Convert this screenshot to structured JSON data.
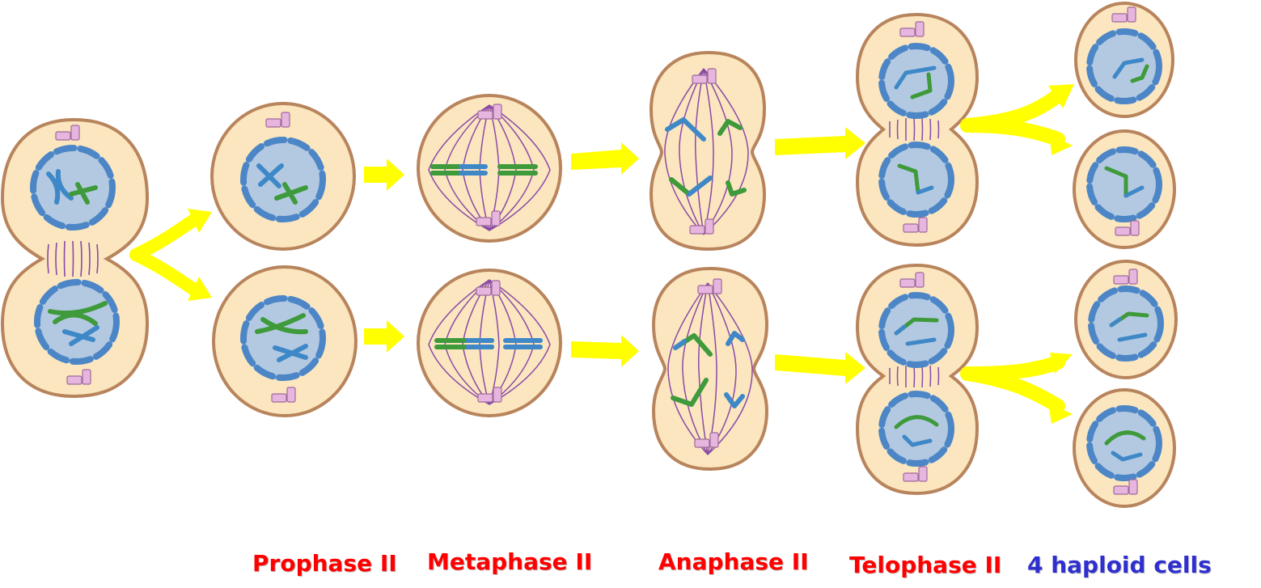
{
  "labels": {
    "prophase": "Prophase II",
    "metaphase": "Metaphase II",
    "anaphase": "Anaphase II",
    "telophase": "Telophase II",
    "result": "4 haploid cells"
  },
  "colors": {
    "cell_fill": "#fbe6bf",
    "cell_stroke": "#b8845c",
    "nucleus_fill": "#b3c9e1",
    "envelope": "#4c86c6",
    "envelope_dark": "#2f5f9a",
    "chromosome_blue": "#3f88c8",
    "chromosome_green": "#3e9a3a",
    "spindle": "#8a4aa6",
    "centriole_fill": "#e6b6df",
    "centriole_stroke": "#a06a9a",
    "arrow": "#ffff00",
    "label_stage": "#ff0000",
    "label_result": "#2f2fd0"
  }
}
